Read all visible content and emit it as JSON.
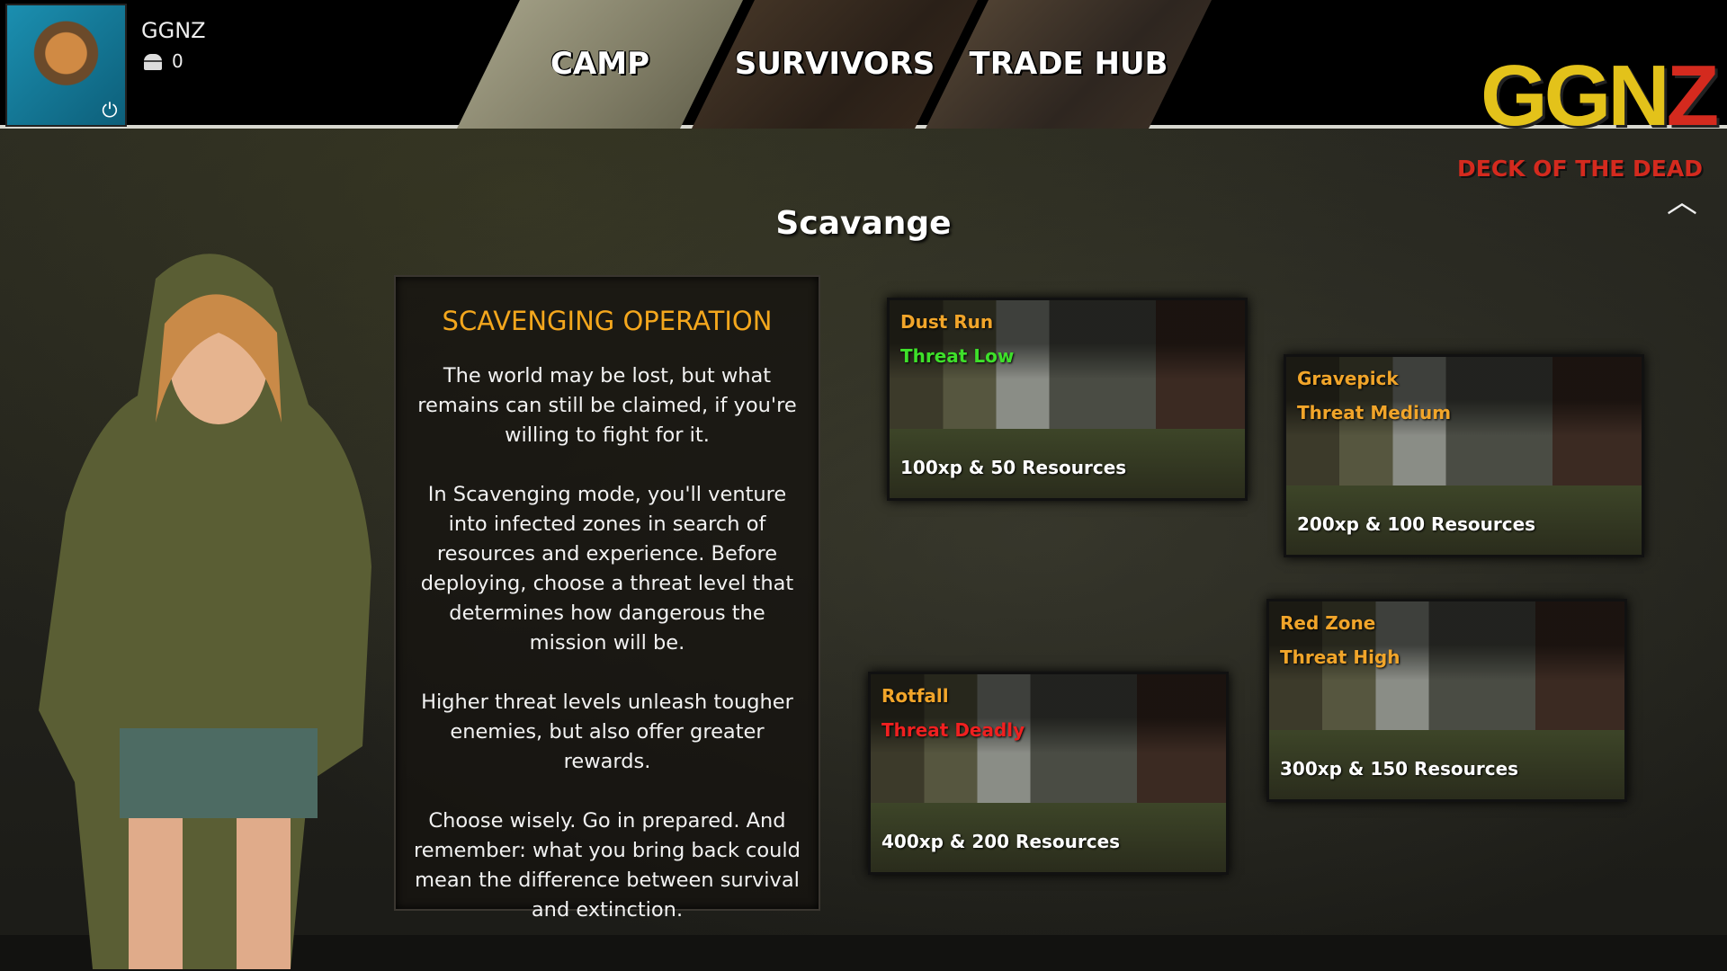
{
  "player": {
    "name": "GGNZ",
    "coins": "0",
    "power_icon": "power-icon",
    "coin_icon": "chest-icon"
  },
  "nav": {
    "tabs": [
      {
        "label": "CAMP"
      },
      {
        "label": "SURVIVORS"
      },
      {
        "label": "TRADE HUB"
      }
    ]
  },
  "logo": {
    "text": "GGNZ",
    "subtitle": "DECK OF THE DEAD"
  },
  "page": {
    "title": "Scavange"
  },
  "info": {
    "heading": "SCAVENGING OPERATION",
    "paragraphs": [
      "The world may be lost, but what remains can still be claimed, if you're willing to fight for it.",
      "In Scavenging mode, you'll venture into infected zones in search of resources and experience. Before deploying, choose a threat level that determines how dangerous the mission will be.",
      "Higher threat levels unleash tougher enemies, but also offer greater rewards.",
      "Choose wisely. Go in prepared. And remember: what you bring back could mean the difference between survival and extinction."
    ]
  },
  "missions": [
    {
      "name": "Dust Run",
      "threat": "Threat Low",
      "threat_color": "#3ee02a",
      "reward": "100xp & 50 Resources"
    },
    {
      "name": "Gravepick",
      "threat": "Threat Medium",
      "threat_color": "#f1a52a",
      "reward": "200xp & 100 Resources"
    },
    {
      "name": "Red Zone",
      "threat": "Threat High",
      "threat_color": "#f1a52a",
      "reward": "300xp & 150 Resources"
    },
    {
      "name": "Rotfall",
      "threat": "Threat Deadly",
      "threat_color": "#f02020",
      "reward": "400xp & 200 Resources"
    }
  ],
  "colors": {
    "accent": "#f4a71d",
    "logo_yellow": "#e3c21a",
    "logo_red": "#d42a1e"
  }
}
